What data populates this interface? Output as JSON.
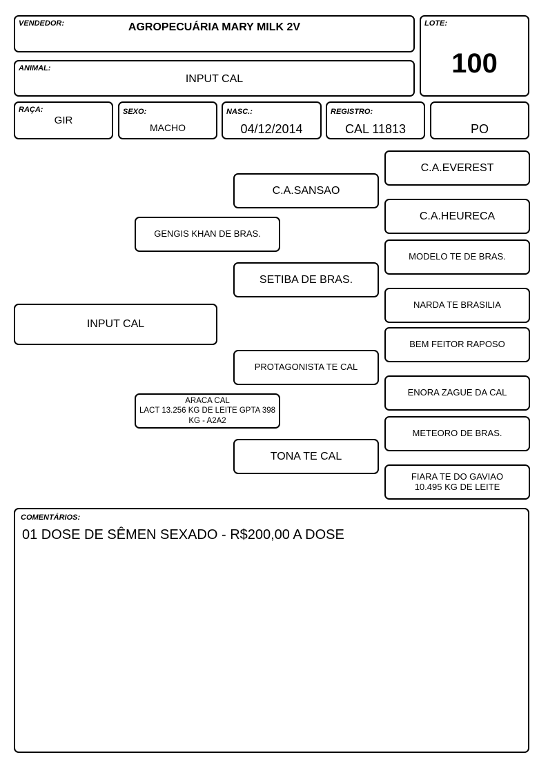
{
  "header": {
    "vendedor_label": "VENDEDOR:",
    "vendedor": "AGROPECUÁRIA MARY MILK 2V",
    "lote_label": "LOTE:",
    "lote": "100",
    "animal_label": "ANIMAL:",
    "animal": "INPUT CAL"
  },
  "details": {
    "raca_label": "RAÇA:",
    "raca": "GIR",
    "sexo_label": "SEXO:",
    "sexo": "MACHO",
    "nasc_label": "NASC.:",
    "nasc": "04/12/2014",
    "registro_label": "REGISTRO:",
    "registro": "CAL 11813",
    "categoria": "PO"
  },
  "pedigree": {
    "animal": "INPUT CAL",
    "sire": "GENGIS KHAN DE BRAS.",
    "dam": "ARACA CAL\nLACT 13.256 KG DE LEITE  GPTA 398\nKG - A2A2",
    "sire_sire": "C.A.SANSAO",
    "sire_dam": "SETIBA DE BRAS.",
    "dam_sire": "PROTAGONISTA TE CAL",
    "dam_dam": "TONA TE CAL",
    "ggp": [
      "C.A.EVEREST",
      "C.A.HEURECA",
      "MODELO TE DE BRAS.",
      "NARDA TE BRASILIA",
      "BEM FEITOR RAPOSO",
      "ENORA ZAGUE DA CAL",
      "METEORO DE BRAS.",
      "FIARA TE DO GAVIAO\n10.495 KG DE LEITE"
    ]
  },
  "comments": {
    "label": "COMENTÁRIOS:",
    "text": "01 DOSE DE SÊMEN SEXADO - R$200,00 A DOSE"
  }
}
